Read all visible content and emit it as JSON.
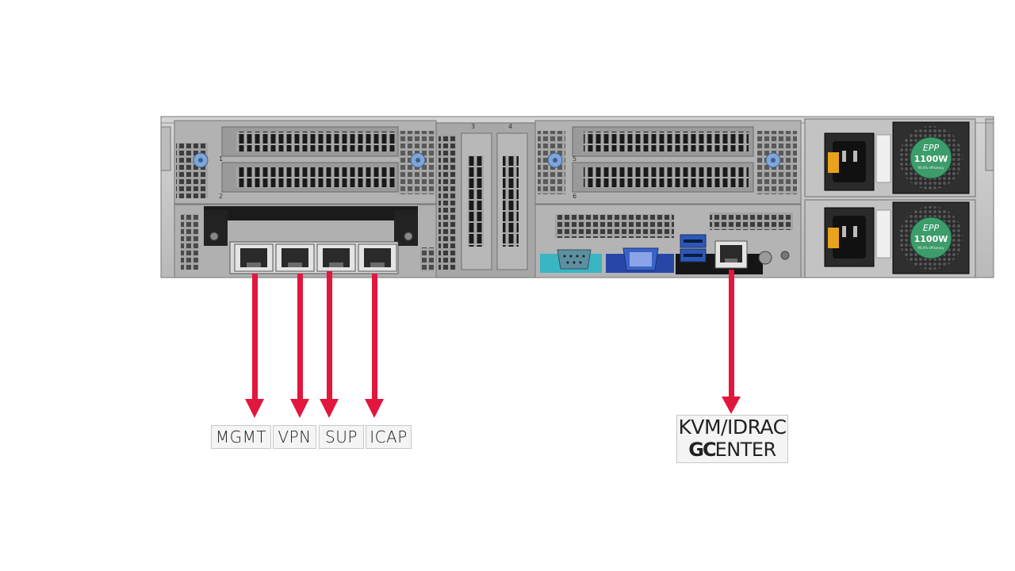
{
  "labels": {
    "mgmt": "MGMT",
    "vpn": "VPN",
    "sup": "SUP",
    "icap": "ICAP",
    "kvm_line1": "KVM/IDRAC",
    "kvm_brand": "GC",
    "kvm_suffix": "ENTER"
  },
  "server": {
    "riser_numbers": [
      "1",
      "2",
      "3",
      "4",
      "5",
      "6"
    ],
    "psu_brand": "EPP",
    "psu_rating": "1100W",
    "psu_note": "96.0% efficiency"
  },
  "colors": {
    "arrow": "#e2173d",
    "chassis": "#c4c4c4",
    "label_bg": "#f4f4f4"
  }
}
